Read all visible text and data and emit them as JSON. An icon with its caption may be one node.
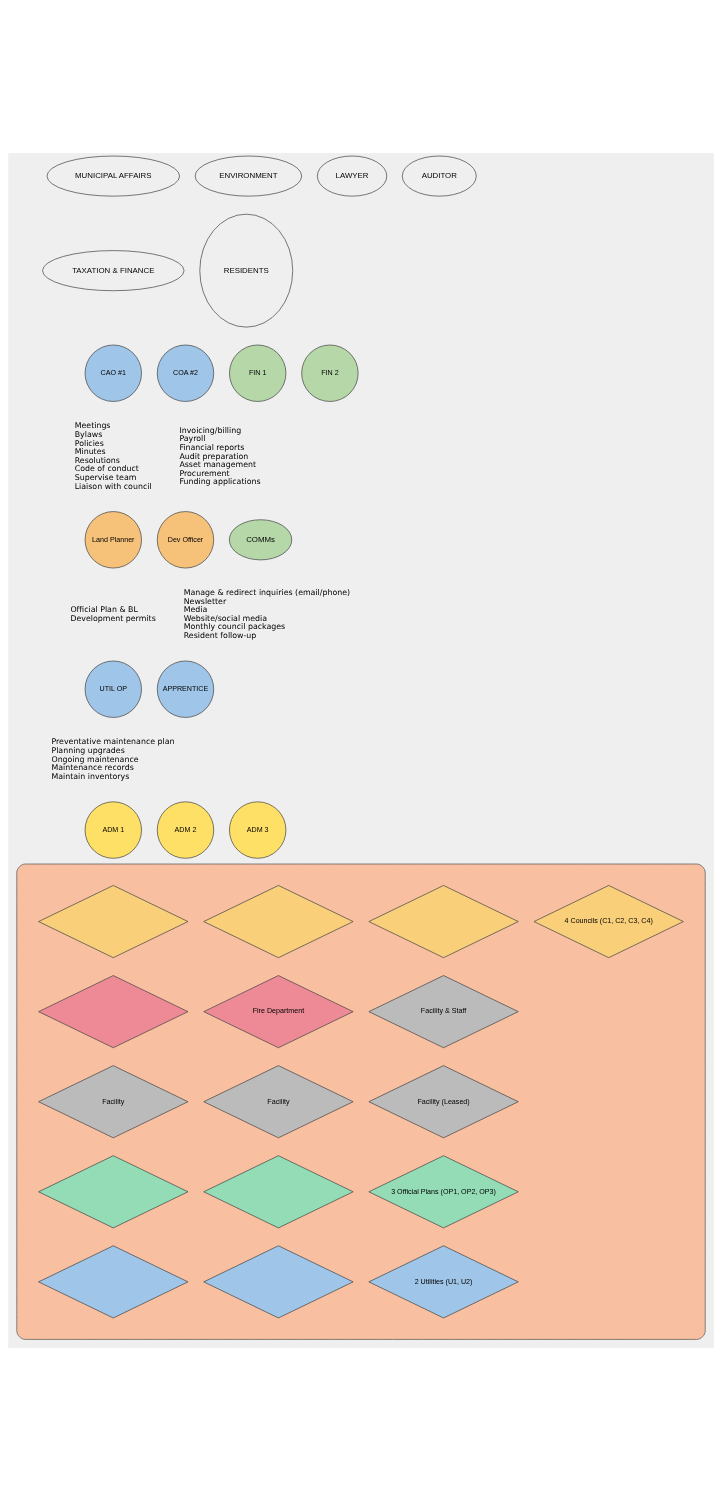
{
  "diagram": {
    "nodes": [
      {
        "text": [
          "MUNICIPAL AFFAIRS"
        ]
      },
      {
        "text": [
          "TAXATION & FINANCE"
        ]
      },
      {
        "text": [
          "ENVIRONMENT"
        ]
      },
      {
        "text": [
          "LAWYER"
        ]
      },
      {
        "text": [
          "AUDITOR"
        ]
      },
      {
        "text": [
          "RESIDENTS"
        ]
      },
      {
        "text": [
          "CAO #1"
        ],
        "beside": [
          "Meetings",
          "Bylaws",
          "Policies",
          "Minutes",
          "Resolutions",
          "Code of conduct",
          "Supervise team",
          "Liaison with council"
        ]
      },
      {
        "text": [
          "COA #2"
        ]
      },
      {
        "text": [
          "FIN 1"
        ],
        "beside": [
          "Invoicing/billing",
          "Payroll",
          "Financial reports",
          "Audit preparation",
          "Asset management",
          "Procurement",
          "Funding applications"
        ]
      },
      {
        "text": [
          "FIN 2"
        ]
      },
      {
        "text": [
          "Land Planner"
        ],
        "beside": [
          "Official Plan & BL",
          "Development permits"
        ]
      },
      {
        "text": [
          "Dev Officer"
        ]
      },
      {
        "text": [
          "COMMs"
        ],
        "beside": [
          "Manage & redirect inquiries (email/phone)",
          "Newsletter",
          "Media",
          "Website/social media",
          "Monthly council packages",
          "Resident follow-up"
        ]
      },
      {
        "text": [
          "UTIL OP"
        ],
        "beside": [
          "Preventative maintenance plan",
          "Planning upgrades",
          "Ongoing maintenance",
          "Maintenance records",
          "Maintain inventorys"
        ]
      },
      {
        "text": [
          "APPRENTICE"
        ]
      },
      {
        "text": [
          "ADM 1"
        ]
      },
      {
        "text": [
          "ADM 2"
        ]
      },
      {
        "text": [
          "ADM 3"
        ]
      },
      {
        "text": [],
        "shape": "box"
      },
      {
        "text": [],
        "shape": "diamond",
        "in": 18
      },
      {
        "text": [],
        "shape": "diamond",
        "in": 18
      },
      {
        "text": [],
        "shape": "diamond",
        "in": 18
      },
      {
        "text": [
          "4 Councils (C1, C2, C3, C4)"
        ],
        "in": 18
      },
      {
        "text": [],
        "shape": "diamond",
        "in": 18
      },
      {
        "text": [
          "Fire Department"
        ],
        "in": 18
      },
      {
        "text": [
          "Facility & Staff"
        ],
        "in": 18
      },
      {
        "text": [
          "Facility"
        ],
        "in": 18
      },
      {
        "text": [
          "Facility"
        ],
        "in": 18
      },
      {
        "text": [
          "Facility (Leased)"
        ],
        "in": 18
      },
      {
        "text": [],
        "shape": "diamond",
        "in": 18
      },
      {
        "text": [],
        "shape": "diamond",
        "in": 18
      },
      {
        "text": [
          "3 Official Plans (OP1, OP2, OP3)"
        ],
        "in": 18
      },
      {
        "text": [],
        "shape": "diamond",
        "in": 18
      },
      {
        "text": [],
        "shape": "diamond",
        "in": 18
      },
      {
        "text": [
          "2 Utilities (U1, U2)"
        ],
        "in": 18
      }
    ],
    "edges": []
  }
}
